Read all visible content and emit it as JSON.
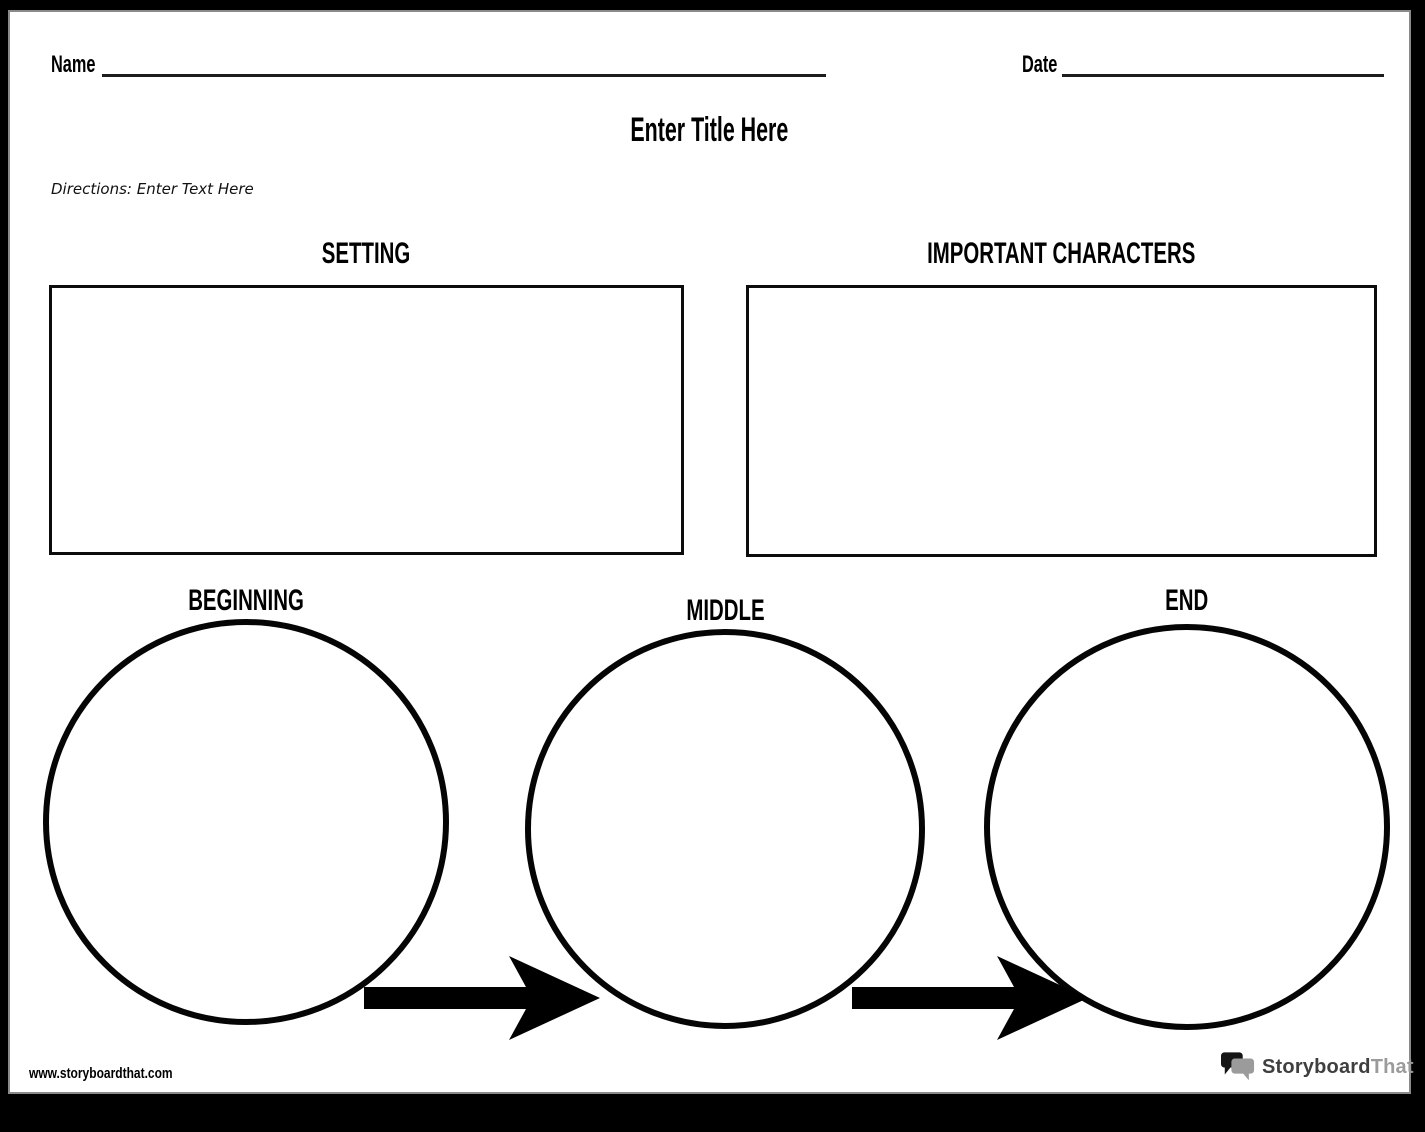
{
  "header": {
    "name_label": "Name",
    "date_label": "Date"
  },
  "title": "Enter Title Here",
  "directions": "Directions: Enter Text Here",
  "sections": {
    "setting_label": "SETTING",
    "characters_label": "IMPORTANT CHARACTERS"
  },
  "flow": {
    "beginning_label": "BEGINNING",
    "middle_label": "MIDDLE",
    "end_label": "END"
  },
  "footer": {
    "site_url": "www.storyboardthat.com",
    "logo": {
      "primary": "Storyboard",
      "secondary": "That"
    }
  },
  "icons": {
    "logo_icon": "speech-bubbles-icon",
    "arrow_icon": "right-arrow-icon"
  },
  "colors": {
    "ink": "#000000",
    "page_background": "#ffffff",
    "frame": "#000000",
    "page_shadow": "#8a8a8a",
    "logo_dark": "#3f3f3f",
    "logo_gray": "#9b9b9b"
  }
}
